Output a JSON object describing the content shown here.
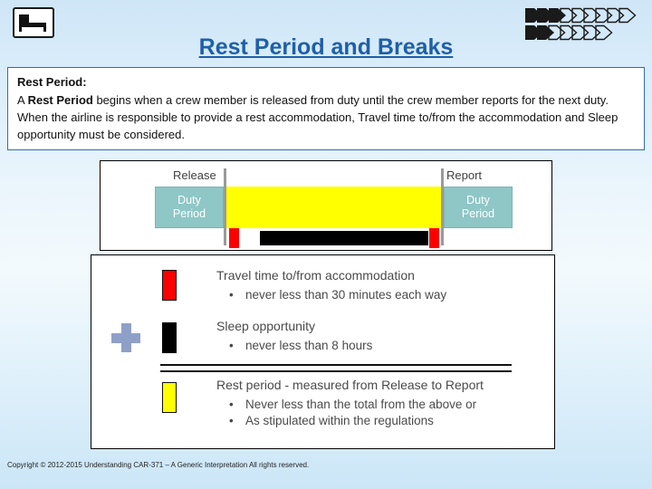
{
  "header": {
    "bed_icon": "bed-icon",
    "chevron_strip": "chevron-arrows-icon"
  },
  "title": "Rest Period and Breaks",
  "intro": {
    "label": "Rest Period:",
    "line1_prefix": "A ",
    "line1_bold": "Rest Period",
    "line1_rest": " begins when a crew member is released from duty until the crew member reports for the next duty. When the airline is responsible to provide a rest accommodation, Travel time to/from the accommodation and Sleep opportunity must be considered."
  },
  "timeline": {
    "release_label": "Release",
    "report_label": "Report",
    "duty_left_line1": "Duty",
    "duty_left_line2": "Period",
    "duty_right_line1": "Duty",
    "duty_right_line2": "Period",
    "colors": {
      "rest": "#FFFF00",
      "sleep": "#000000",
      "travel": "#FF0000",
      "duty": "#8FC6C6"
    }
  },
  "legend": {
    "travel_title": "Travel time to/from accommodation",
    "travel_bullet": "never less than 30 minutes each way",
    "sleep_title": "Sleep opportunity",
    "sleep_bullet": "never less than 8 hours",
    "rest_title": "Rest period - measured from Release to Report",
    "rest_bullet_1": "Never less than the total from the above or",
    "rest_bullet_2": "As stipulated within the regulations",
    "bullet_glyph": "•"
  },
  "footer": "Copyright © 2012-2015 Understanding CAR-371 – A Generic Interpretation All rights reserved."
}
